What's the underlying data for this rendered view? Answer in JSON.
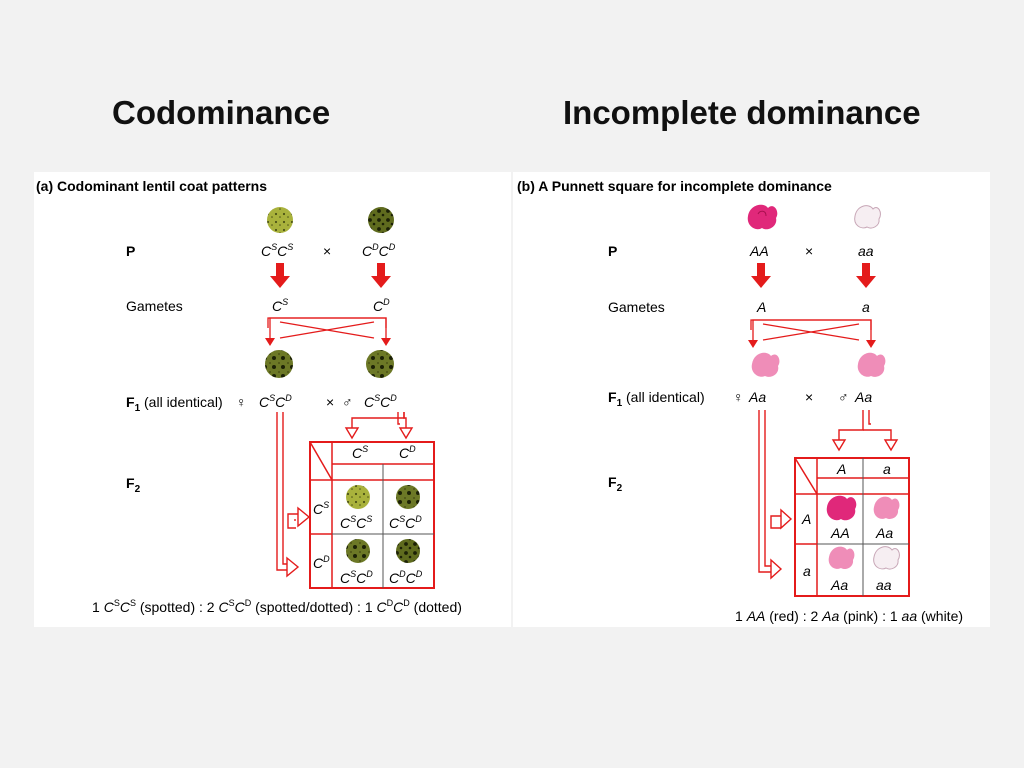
{
  "slide": {
    "left_title": "Codominance",
    "right_title": "Incomplete dominance"
  },
  "colors": {
    "arrow_red": "#e41b1b",
    "lentil_spotted": "#a9b23c",
    "lentil_dotted": "#5f6b1e",
    "flower_red": "#e0287a",
    "flower_pink": "#ef8db8",
    "flower_white": "#f3e3ea"
  },
  "panel_a": {
    "heading": "(a) Codominant lentil coat patterns",
    "labels": {
      "p": "P",
      "gametes": "Gametes",
      "f1_main": "F",
      "f1_sub": "1",
      "f1_rest": " (all identical)",
      "f2_main": "F",
      "f2_sub": "2"
    },
    "p_left": {
      "g1": "C",
      "s1": "S",
      "g2": "C",
      "s2": "S"
    },
    "p_right": {
      "g1": "C",
      "s1": "D",
      "g2": "C",
      "s2": "D"
    },
    "cross": "×",
    "gamete_left": {
      "g": "C",
      "s": "S"
    },
    "gamete_right": {
      "g": "C",
      "s": "D"
    },
    "female_symbol": "♀",
    "male_symbol": "♂",
    "f1_left": {
      "g1": "C",
      "s1": "S",
      "g2": "C",
      "s2": "D"
    },
    "f1_right": {
      "g1": "C",
      "s1": "S",
      "g2": "C",
      "s2": "D"
    },
    "grid": {
      "col1": {
        "g": "C",
        "s": "S"
      },
      "col2": {
        "g": "C",
        "s": "D"
      },
      "row1": {
        "g": "C",
        "s": "S"
      },
      "row2": {
        "g": "C",
        "s": "D"
      },
      "c11": {
        "g1": "C",
        "s1": "S",
        "g2": "C",
        "s2": "S"
      },
      "c12": {
        "g1": "C",
        "s1": "S",
        "g2": "C",
        "s2": "D"
      },
      "c21": {
        "g1": "C",
        "s1": "S",
        "g2": "C",
        "s2": "D"
      },
      "c22": {
        "g1": "C",
        "s1": "D",
        "g2": "C",
        "s2": "D"
      }
    },
    "ratio": {
      "n1": "1 ",
      "a1": "C",
      "a1s": "S",
      "a2": "C",
      "a2s": "S",
      "t1": " (spotted) : 2 ",
      "b1": "C",
      "b1s": "S",
      "b2": "C",
      "b2s": "D",
      "t2": " (spotted/dotted) : 1 ",
      "c1": "C",
      "c1s": "D",
      "c2": "C",
      "c2s": "D",
      "t3": " (dotted)"
    }
  },
  "panel_b": {
    "heading": "(b) A Punnett square for incomplete dominance",
    "labels": {
      "p": "P",
      "gametes": "Gametes",
      "f1_main": "F",
      "f1_sub": "1",
      "f1_rest": " (all identical)",
      "f2_main": "F",
      "f2_sub": "2"
    },
    "p_left": "AA",
    "p_right": "aa",
    "cross": "×",
    "gamete_left": "A",
    "gamete_right": "a",
    "female_symbol": "♀",
    "male_symbol": "♂",
    "f1_left": "Aa",
    "f1_right": "Aa",
    "grid": {
      "col1": "A",
      "col2": "a",
      "row1": "A",
      "row2": "a",
      "c11": "AA",
      "c12": "Aa",
      "c21": "Aa",
      "c22": "aa"
    },
    "ratio": {
      "n1": "1 ",
      "g1": "AA",
      "t1": " (red) : 2 ",
      "g2": "Aa",
      "t2": " (pink) : 1 ",
      "g3": "aa",
      "t3": " (white)"
    }
  }
}
